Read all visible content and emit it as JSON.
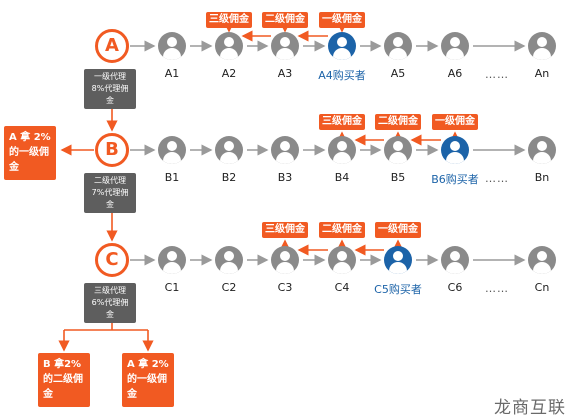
{
  "tiers": [
    {
      "letter": "A",
      "box_line1": "一级代理",
      "box_line2": "8%代理佣金",
      "nodes": [
        {
          "label": "A1",
          "buyer": false
        },
        {
          "label": "A2",
          "buyer": false
        },
        {
          "label": "A3",
          "buyer": false
        },
        {
          "label": "A4购买者",
          "buyer": true
        },
        {
          "label": "A5",
          "buyer": false
        },
        {
          "label": "A6",
          "buyer": false
        },
        {
          "label": "An",
          "buyer": false
        }
      ],
      "commissions": [
        "三级佣金",
        "二级佣金",
        "一级佣金"
      ]
    },
    {
      "letter": "B",
      "box_line1": "二级代理",
      "box_line2": "7%代理佣金",
      "nodes": [
        {
          "label": "B1",
          "buyer": false
        },
        {
          "label": "B2",
          "buyer": false
        },
        {
          "label": "B3",
          "buyer": false
        },
        {
          "label": "B4",
          "buyer": false
        },
        {
          "label": "B5",
          "buyer": false
        },
        {
          "label": "B6购买者",
          "buyer": true
        },
        {
          "label": "Bn",
          "buyer": false
        }
      ],
      "commissions": [
        "三级佣金",
        "二级佣金",
        "一级佣金"
      ]
    },
    {
      "letter": "C",
      "box_line1": "三级代理",
      "box_line2": "6%代理佣金",
      "nodes": [
        {
          "label": "C1",
          "buyer": false
        },
        {
          "label": "C2",
          "buyer": false
        },
        {
          "label": "C3",
          "buyer": false
        },
        {
          "label": "C4",
          "buyer": false
        },
        {
          "label": "C5购买者",
          "buyer": true
        },
        {
          "label": "C6",
          "buyer": false
        },
        {
          "label": "Cn",
          "buyer": false
        }
      ],
      "commissions": [
        "三级佣金",
        "二级佣金",
        "一级佣金"
      ]
    }
  ],
  "ellipsis": "……",
  "side_boxes": {
    "a_first": "A 拿 2% 的一级佣金",
    "b_second": "B 拿2%的二级佣金",
    "a_second": "A 拿 2% 的一级佣金"
  },
  "watermark": "龙商互联",
  "colors": {
    "accent": "#f15a22",
    "buyer": "#1c63a8",
    "node": "#8a8a8a",
    "box": "#5e5e5e"
  }
}
